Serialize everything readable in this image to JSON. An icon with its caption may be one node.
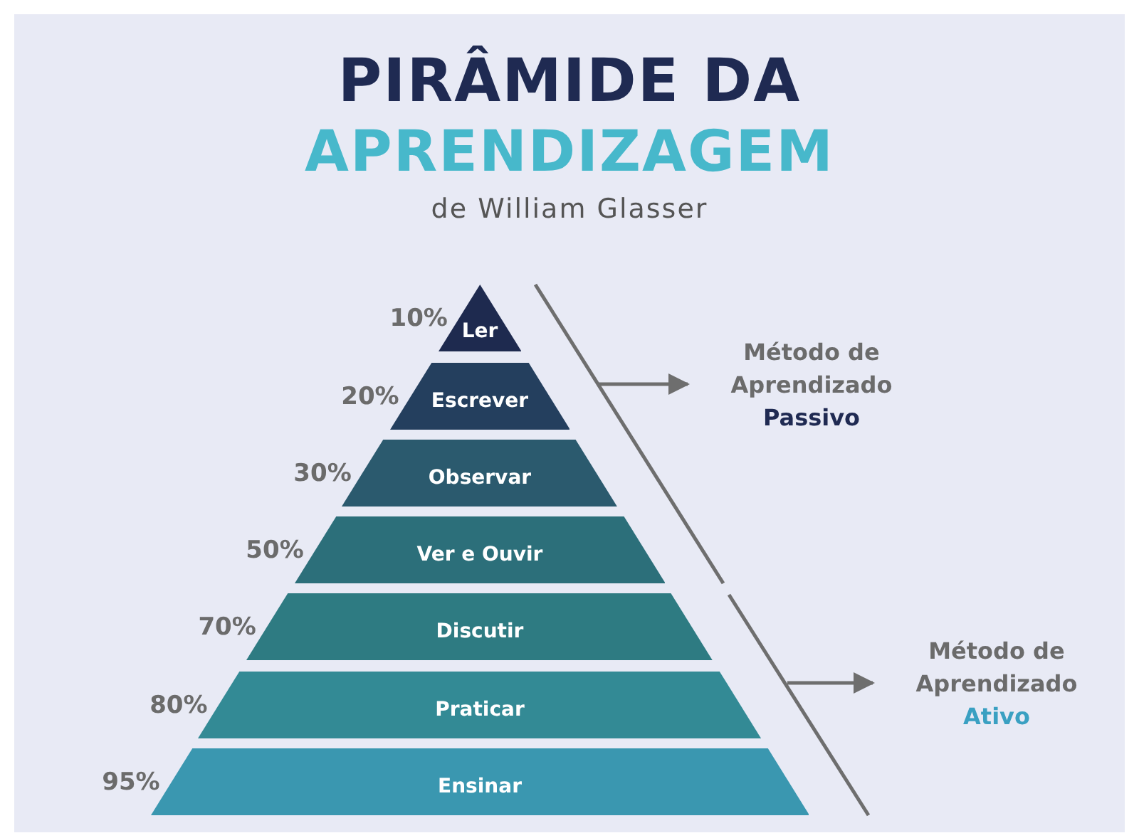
{
  "diagram": {
    "nodes": [
      {
        "text": [
          "Ler"
        ],
        "beside": [
          "10%"
        ]
      },
      {
        "text": [
          "Escrever"
        ],
        "beside": [
          "20%"
        ]
      },
      {
        "text": [
          "Observar"
        ],
        "beside": [
          "30%"
        ]
      },
      {
        "text": [
          "Ver e Ouvir"
        ],
        "beside": [
          "50%"
        ]
      },
      {
        "text": [
          "Discutir"
        ],
        "beside": [
          "70%"
        ]
      },
      {
        "text": [
          "Praticar"
        ],
        "beside": [
          "80%"
        ]
      },
      {
        "text": [
          "Ensinar"
        ],
        "beside": [
          "95%"
        ]
      },
      {
        "text": [
          "Método de Aprendizado",
          "Passivo"
        ]
      },
      {
        "text": [
          "Método de Aprendizado",
          "Ativo"
        ]
      }
    ],
    "edges": [
      {
        "from": null,
        "to": 7,
        "arrow": "to"
      },
      {
        "from": null,
        "to": 8,
        "arrow": "to"
      }
    ],
    "labels": [
      "PIRÂMIDE DA",
      "APRENDIZAGEM",
      "de William Glasser"
    ]
  }
}
